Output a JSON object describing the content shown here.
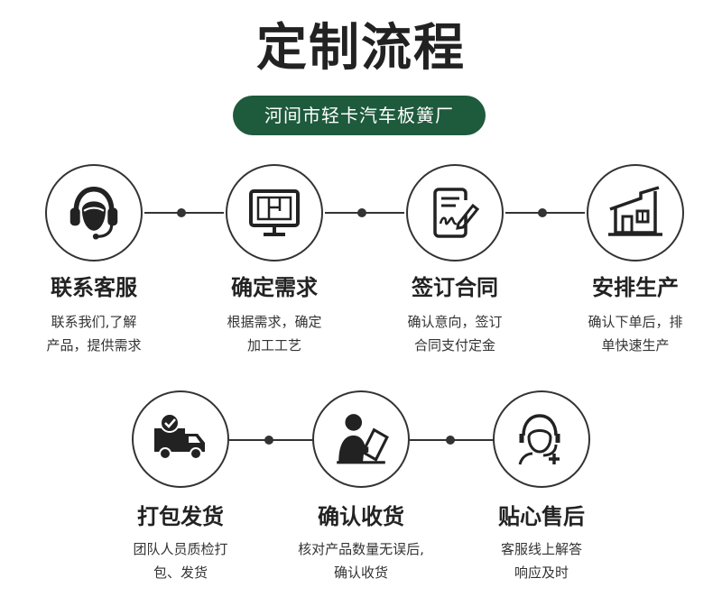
{
  "title": "定制流程",
  "subtitle": "河间市轻卡汽车板簧厂",
  "colors": {
    "banner": "#1e5a3c",
    "stroke": "#333333"
  },
  "row1": [
    {
      "icon": "headset-icon",
      "title": "联系客服",
      "desc1": "联系我们,了解",
      "desc2": "产品，提供需求"
    },
    {
      "icon": "blueprint-monitor-icon",
      "title": "确定需求",
      "desc1": "根据需求，确定",
      "desc2": "加工工艺"
    },
    {
      "icon": "contract-sign-icon",
      "title": "签订合同",
      "desc1": "确认意向，签订",
      "desc2": "合同支付定金"
    },
    {
      "icon": "factory-icon",
      "title": "安排生产",
      "desc1": "确认下单后，排",
      "desc2": "单快速生产"
    }
  ],
  "row2": [
    {
      "icon": "delivery-truck-icon",
      "title": "打包发货",
      "desc1": "团队人员质检打",
      "desc2": "包、发货"
    },
    {
      "icon": "person-receiving-icon",
      "title": "确认收货",
      "desc1": "核对产品数量无误后,",
      "desc2": "确认收货"
    },
    {
      "icon": "customer-service-plus-icon",
      "title": "贴心售后",
      "desc1": "客服线上解答",
      "desc2": "响应及时"
    }
  ]
}
